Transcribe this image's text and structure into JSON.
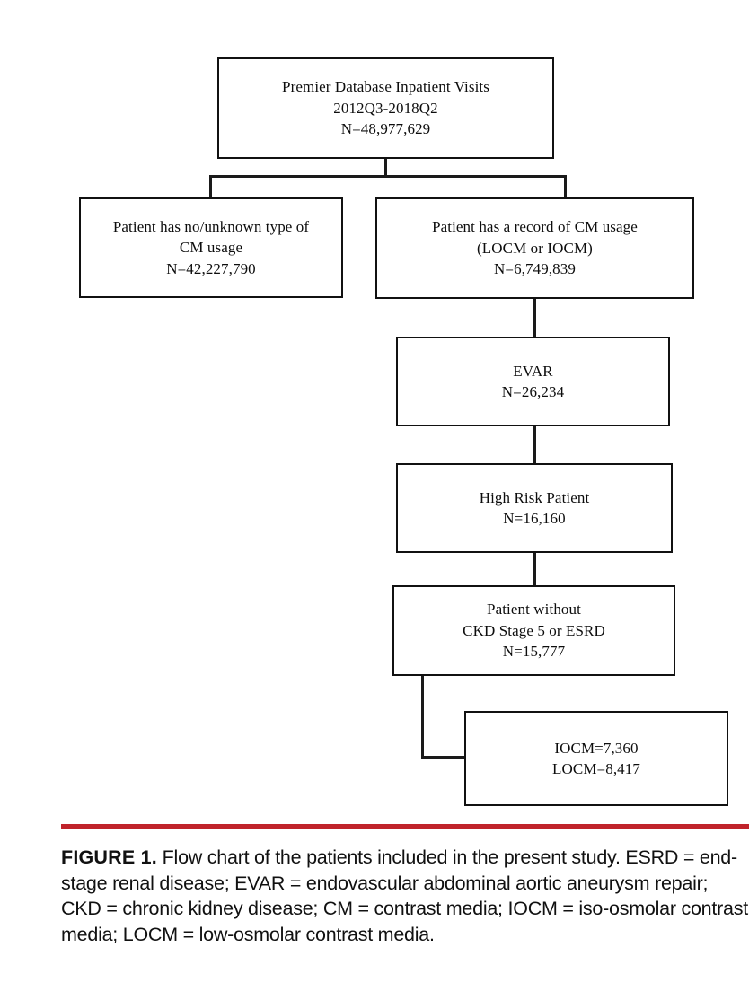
{
  "figure": {
    "caption_label": "FIGURE 1.",
    "caption_body": " Flow chart of the patients included in the present study. ESRD = end-stage renal disease; EVAR = endovascular abdominal aortic aneurysm repair; CKD = chronic kidney disease; CM = contrast media; IOCM = iso-osmolar contrast media; LOCM = low-osmolar contrast media.",
    "rule_color": "#c0232b"
  },
  "chart_data": {
    "type": "diagram",
    "title": "Flow chart of the patients included in the present study",
    "nodes": [
      {
        "id": "root",
        "lines": [
          "Premier Database Inpatient Visits",
          "2012Q3-2018Q2",
          "N=48,977,629"
        ],
        "label": "Premier Database Inpatient Visits",
        "period": "2012Q3-2018Q2",
        "n": 48977629,
        "n_text": "N=48,977,629"
      },
      {
        "id": "no_cm",
        "lines": [
          "Patient has no/unknown type of",
          "CM usage",
          "N=42,227,790"
        ],
        "label": "Patient has no/unknown type of CM usage",
        "n": 42227790,
        "n_text": "N=42,227,790"
      },
      {
        "id": "cm",
        "lines": [
          "Patient has a record of CM usage",
          "(LOCM or IOCM)",
          "N=6,749,839"
        ],
        "label": "Patient has a record of CM usage (LOCM or IOCM)",
        "n": 6749839,
        "n_text": "N=6,749,839"
      },
      {
        "id": "evar",
        "lines": [
          "EVAR",
          "N=26,234"
        ],
        "label": "EVAR",
        "n": 26234,
        "n_text": "N=26,234"
      },
      {
        "id": "high_risk",
        "lines": [
          "High Risk Patient",
          "N=16,160"
        ],
        "label": "High Risk Patient",
        "n": 16160,
        "n_text": "N=16,160"
      },
      {
        "id": "ckd",
        "lines": [
          "Patient without",
          "CKD Stage 5 or ESRD",
          "N=15,777"
        ],
        "label": "Patient without CKD Stage 5 or ESRD",
        "n": 15777,
        "n_text": "N=15,777"
      },
      {
        "id": "arms",
        "lines": [
          "IOCM=7,360",
          "LOCM=8,417"
        ],
        "label": "IOCM=7,360 / LOCM=8,417",
        "iocm": 7360,
        "iocm_text": "IOCM=7,360",
        "locm": 8417,
        "locm_text": "LOCM=8,417"
      }
    ],
    "edges": [
      {
        "from": "root",
        "to": "no_cm"
      },
      {
        "from": "root",
        "to": "cm"
      },
      {
        "from": "cm",
        "to": "evar"
      },
      {
        "from": "evar",
        "to": "high_risk"
      },
      {
        "from": "high_risk",
        "to": "ckd"
      },
      {
        "from": "ckd",
        "to": "arms"
      }
    ]
  }
}
